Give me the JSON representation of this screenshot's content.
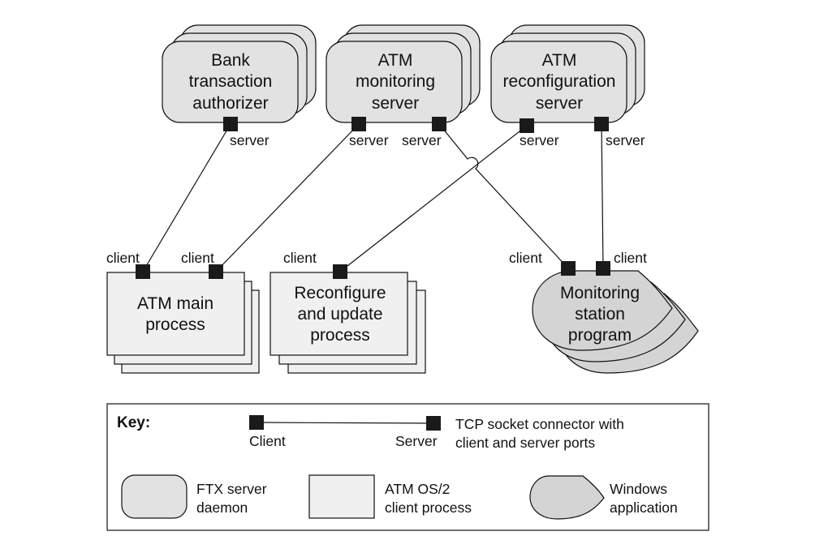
{
  "colors": {
    "server_fill": "#e2e2e2",
    "client_fill": "#f0f0f0",
    "windows_fill": "#d4d4d4",
    "stroke": "#111111",
    "port": "#1a1a1a"
  },
  "components": {
    "bank_authorizer": {
      "lines": [
        "Bank",
        "transaction",
        "authorizer"
      ]
    },
    "atm_monitoring_server": {
      "lines": [
        "ATM",
        "monitoring",
        "server"
      ]
    },
    "atm_reconfig_server": {
      "lines": [
        "ATM",
        "reconfiguration",
        "server"
      ]
    },
    "atm_main": {
      "lines": [
        "ATM main",
        "process"
      ]
    },
    "reconfigure_update": {
      "lines": [
        "Reconfigure",
        "and update",
        "process"
      ]
    },
    "monitoring_station": {
      "lines": [
        "Monitoring",
        "station",
        "program"
      ]
    }
  },
  "port_labels": {
    "server": "server",
    "client": "client"
  },
  "key": {
    "title": "Key:",
    "connector_client": "Client",
    "connector_server": "Server",
    "connector_desc": [
      "TCP socket connector with",
      "client and server ports"
    ],
    "ftx_desc": [
      "FTX server",
      "daemon"
    ],
    "os2_desc": [
      "ATM OS/2",
      "client process"
    ],
    "windows_desc": [
      "Windows",
      "application"
    ]
  }
}
